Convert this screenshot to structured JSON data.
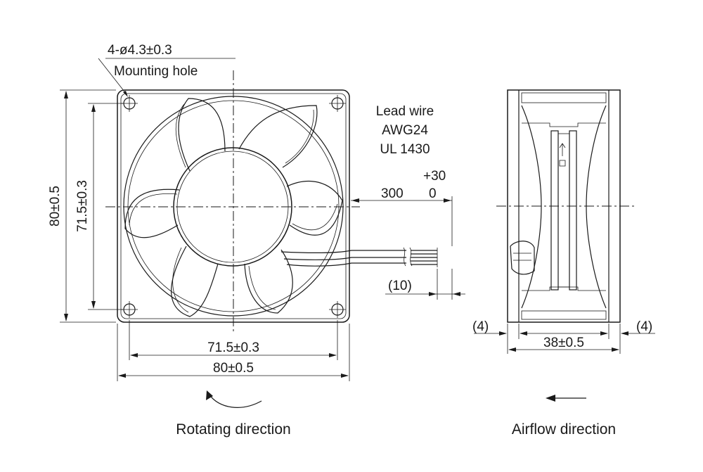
{
  "front_view": {
    "hole_spec": "4-ø4.3±0.3",
    "hole_label": "Mounting hole",
    "height_outer": "80±0.5",
    "height_inner": "71.5±0.3",
    "width_inner": "71.5±0.3",
    "width_outer": "80±0.5",
    "lead_wire_line1": "Lead wire",
    "lead_wire_line2": "AWG24",
    "lead_wire_line3": "UL 1430",
    "wire_tol_upper": "+30",
    "wire_length": "300",
    "wire_tol_lower": "0",
    "strip_length": "(10)",
    "caption": "Rotating direction"
  },
  "side_view": {
    "depth_left": "(4)",
    "depth": "38±0.5",
    "depth_right": "(4)",
    "caption": "Airflow direction"
  }
}
